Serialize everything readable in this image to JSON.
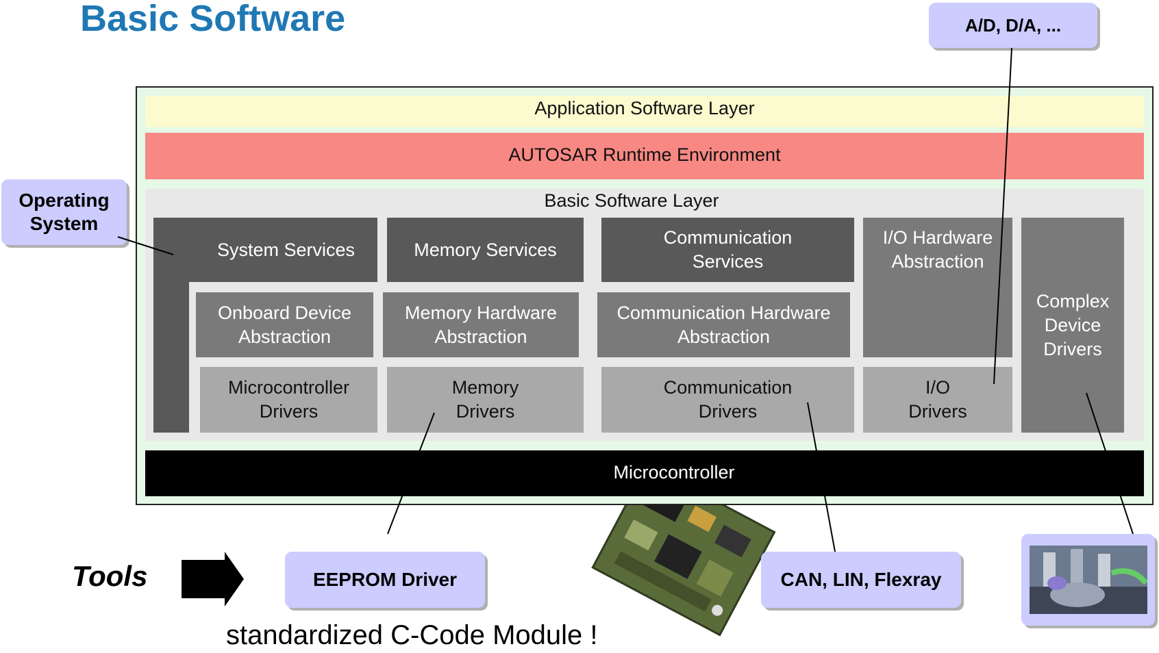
{
  "title": "Basic Software",
  "layers": {
    "application": "Application Software Layer",
    "rte": "AUTOSAR Runtime Environment",
    "bsw": "Basic Software Layer",
    "microcontroller": "Microcontroller"
  },
  "modules": {
    "system_services": "System Services",
    "memory_services": "Memory Services",
    "communication_services": "Communication Services",
    "io_hw_abstraction": "I/O Hardware Abstraction",
    "complex_device_drivers": "Complex Device Drivers",
    "onboard_device_abstraction": "Onboard Device Abstraction",
    "memory_hw_abstraction": "Memory Hardware Abstraction",
    "communication_hw_abstraction": "Communication Hardware Abstraction",
    "microcontroller_drivers": "Microcontroller Drivers",
    "memory_drivers": "Memory Drivers",
    "communication_drivers": "Communication Drivers",
    "io_drivers": "I/O Drivers"
  },
  "callouts": {
    "os": "Operating System",
    "adda": "A/D, D/A, ...",
    "eeprom": "EEPROM Driver",
    "can": "CAN, LIN, Flexray"
  },
  "footer": {
    "tools": "Tools",
    "standardized": "standardized C-Code Module !"
  },
  "colors": {
    "title": "#1f78b4",
    "application_layer": "#fbfbcf",
    "rte_layer": "#f88883",
    "bsw_layer": "#e8e8e8",
    "microcontroller_layer": "#000000",
    "callout": "#ccccff"
  }
}
